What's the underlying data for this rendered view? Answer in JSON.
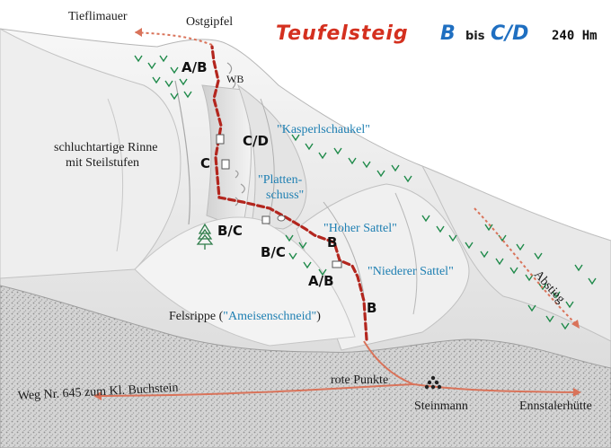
{
  "title": {
    "name": "Teufelsteig",
    "grade_from": "B",
    "bis": "bis",
    "grade_to": "C/D",
    "height": "240 Hm"
  },
  "places": {
    "tieflimauer": "Tieflimauer",
    "ostgipfel": "Ostgipfel",
    "wb": "WB",
    "rinne_line1": "schluchtartige Rinne",
    "rinne_line2": "mit Steilstufen",
    "kasperlschaukel": "\"Kasperlschaukel\"",
    "plattenschuss_line1": "\"Platten-",
    "plattenschuss_line2": "schuss\"",
    "hoher_sattel": "\"Hoher Sattel\"",
    "niederer_sattel": "\"Niederer Sattel\"",
    "felsrippe_prefix": "Felsrippe (",
    "ameisenschneid": "\"Ameisenschneid\"",
    "felsrippe_suffix": ")",
    "rote_punkte": "rote Punkte",
    "steinmann": "Steinmann",
    "weg": "Weg Nr. 645 zum Kl. Buchstein",
    "ennstalerhuette": "Ennstalerhütte",
    "abstieg": "Abstieg"
  },
  "grades": {
    "ab_top": "A/B",
    "cd": "C/D",
    "c": "C",
    "bc_left": "B/C",
    "bc_mid": "B/C",
    "b_upper": "B",
    "ab_lower": "A/B",
    "b_lower": "B"
  },
  "colors": {
    "route": "#b3261e",
    "trail": "#d9735a",
    "title_red": "#d4301f",
    "title_blue": "#1f6fc1",
    "label_blue": "#1e7fb2",
    "vegetation": "#1f8a4a"
  }
}
